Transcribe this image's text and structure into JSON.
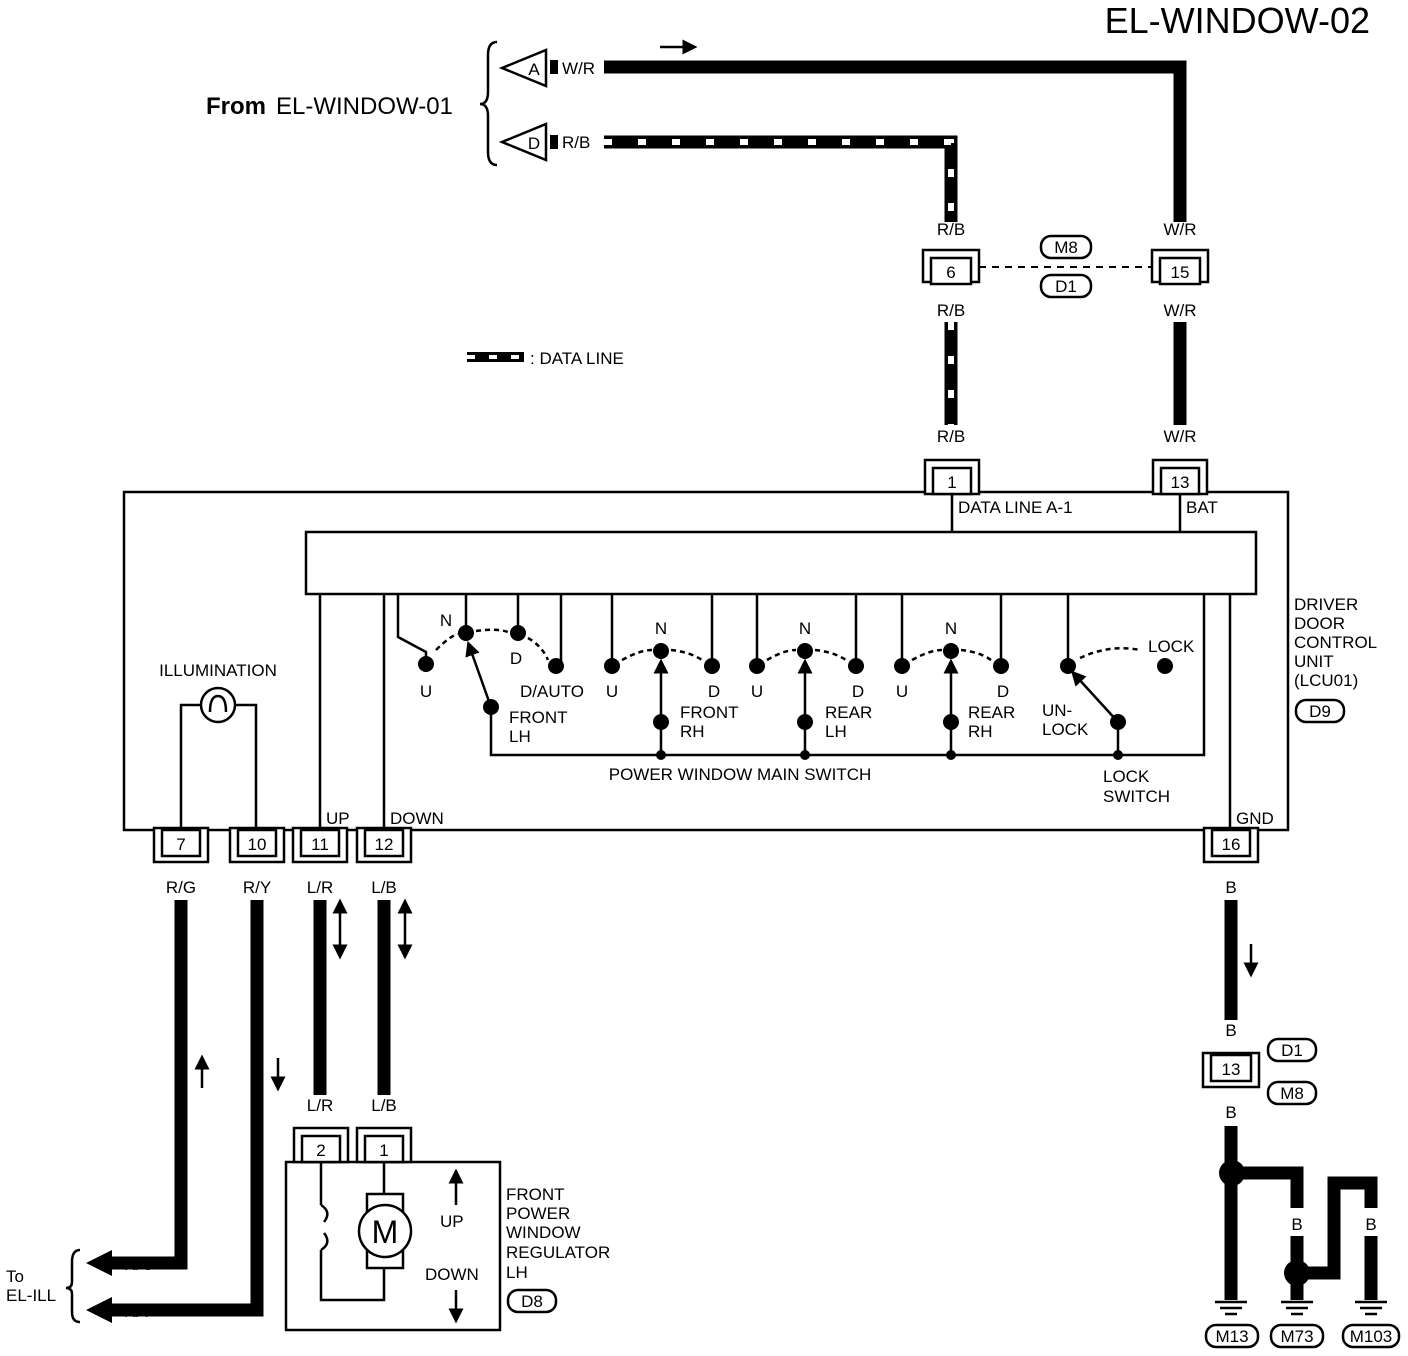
{
  "title": "EL-WINDOW-02",
  "from_label_bold": "From",
  "from_label_rest": "EL-WINDOW-01",
  "legend": {
    "text": ": DATA LINE"
  },
  "connectors_in": [
    {
      "letter": "A",
      "wire": "W/R"
    },
    {
      "letter": "D",
      "wire": "R/B"
    }
  ],
  "joint": {
    "left_pin": "6",
    "right_pin": "15",
    "ref_top": "M8",
    "ref_bottom": "D1"
  },
  "wires": {
    "rb": "R/B",
    "wr": "W/R",
    "rg": "R/G",
    "ry": "R/Y",
    "lr": "L/R",
    "lb": "L/B",
    "b": "B"
  },
  "lcu": {
    "pins_top": [
      "1",
      "13"
    ],
    "pin_labels_top": [
      "DATA LINE A-1",
      "BAT"
    ],
    "pins_bottom": [
      "7",
      "10",
      "11",
      "12",
      "16"
    ],
    "pin_labels_bottom": [
      "UP",
      "DOWN",
      "GND"
    ],
    "name_lines": [
      "DRIVER",
      "DOOR",
      "CONTROL",
      "UNIT",
      "(LCU01)"
    ],
    "ref": "D9",
    "illumination": "ILLUMINATION",
    "main_switch": "POWER WINDOW MAIN SWITCH",
    "switch_groups": [
      {
        "u": "U",
        "n": "N",
        "d": "D",
        "extra": "D/AUTO",
        "line1": "FRONT",
        "line2": "LH"
      },
      {
        "u": "U",
        "n": "N",
        "d": "D",
        "line1": "FRONT",
        "line2": "RH"
      },
      {
        "u": "U",
        "n": "N",
        "d": "D",
        "line1": "REAR",
        "line2": "LH"
      },
      {
        "u": "U",
        "n": "N",
        "d": "D",
        "line1": "REAR",
        "line2": "RH"
      }
    ],
    "lock": {
      "lock": "LOCK",
      "unlock1": "UN-",
      "unlock2": "LOCK",
      "sw1": "LOCK",
      "sw2": "SWITCH"
    }
  },
  "ground_joint": {
    "pin": "13",
    "ref_top": "D1",
    "ref_bottom": "M8"
  },
  "grounds": [
    "M13",
    "M73",
    "M103"
  ],
  "regulator": {
    "pins": [
      "2",
      "1"
    ],
    "motor": "M",
    "up": "UP",
    "down": "DOWN",
    "name_lines": [
      "FRONT",
      "POWER",
      "WINDOW",
      "REGULATOR",
      "LH"
    ],
    "ref": "D8"
  },
  "to_ill": {
    "line1": "To",
    "line2": "EL-ILL"
  }
}
